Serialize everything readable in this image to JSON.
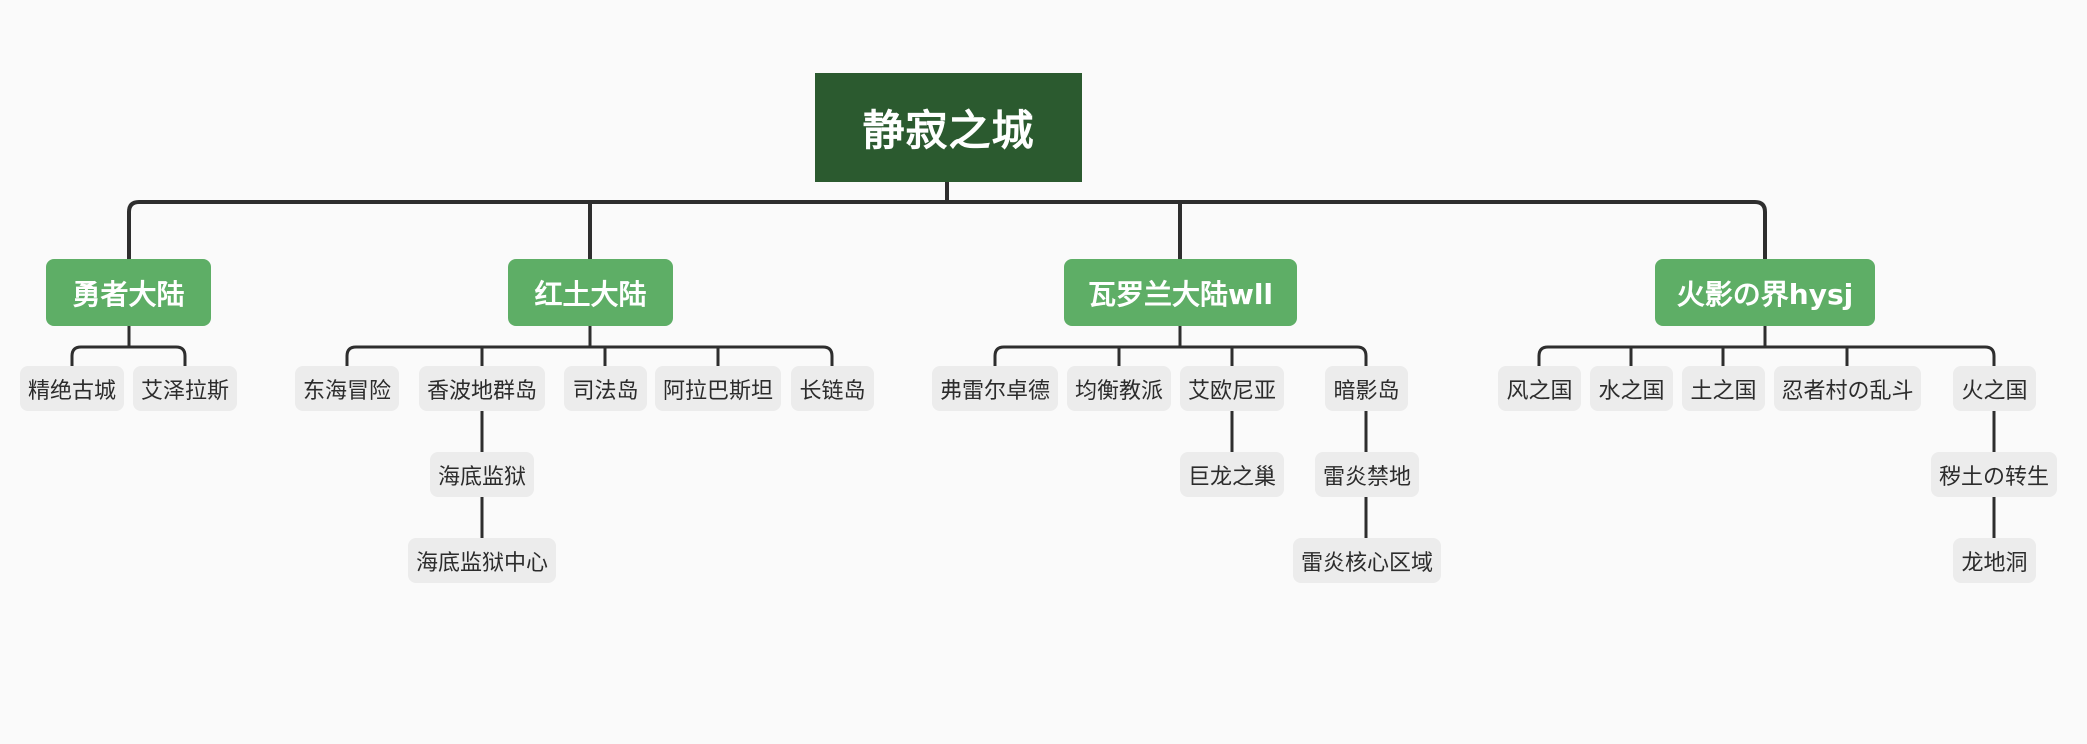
{
  "diagram": {
    "root": "静寂之城",
    "continents": [
      {
        "label": "勇者大陆",
        "children": [
          {
            "label": "精绝古城"
          },
          {
            "label": "艾泽拉斯"
          }
        ]
      },
      {
        "label": "红土大陆",
        "children": [
          {
            "label": "东海冒险"
          },
          {
            "label": "香波地群岛",
            "children": [
              {
                "label": "海底监狱",
                "children": [
                  {
                    "label": "海底监狱中心"
                  }
                ]
              }
            ]
          },
          {
            "label": "司法岛"
          },
          {
            "label": "阿拉巴斯坦"
          },
          {
            "label": "长链岛"
          }
        ]
      },
      {
        "label": "瓦罗兰大陆wll",
        "children": [
          {
            "label": "弗雷尔卓德"
          },
          {
            "label": "均衡教派"
          },
          {
            "label": "艾欧尼亚",
            "children": [
              {
                "label": "巨龙之巢"
              }
            ]
          },
          {
            "label": "暗影岛",
            "children": [
              {
                "label": "雷炎禁地",
                "children": [
                  {
                    "label": "雷炎核心区域"
                  }
                ]
              }
            ]
          }
        ]
      },
      {
        "label": "火影の界hysj",
        "children": [
          {
            "label": "风之国"
          },
          {
            "label": "水之国"
          },
          {
            "label": "土之国"
          },
          {
            "label": "忍者村の乱斗"
          },
          {
            "label": "火之国",
            "children": [
              {
                "label": "秽土の转生",
                "children": [
                  {
                    "label": "龙地洞"
                  }
                ]
              }
            ]
          }
        ]
      }
    ]
  }
}
